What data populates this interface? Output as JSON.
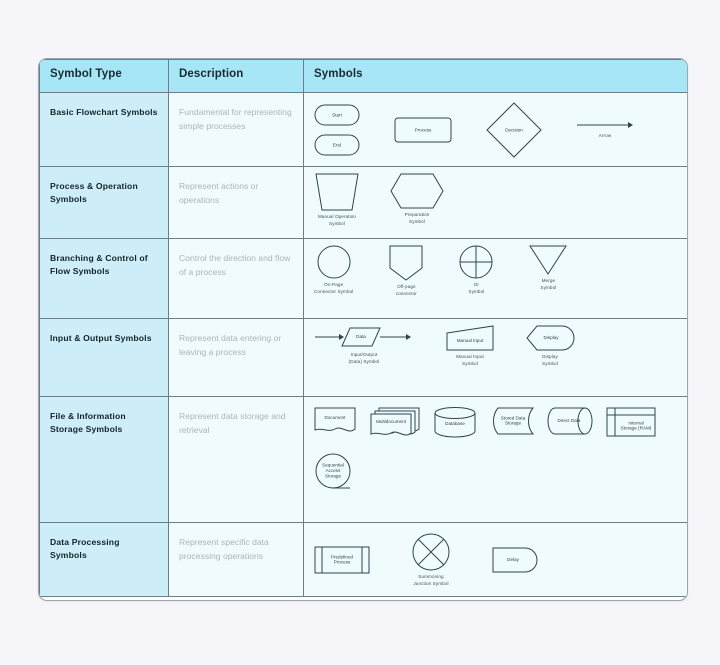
{
  "table": {
    "headers": [
      "Symbol Type",
      "Description",
      "Symbols"
    ],
    "rows": [
      {
        "type": "Basic Flowchart Symbols",
        "description": "Fundamental for representing simple processes",
        "symbols": [
          {
            "shape": "terminator",
            "inner": "Start",
            "caption": ""
          },
          {
            "shape": "terminator",
            "inner": "End",
            "caption": ""
          },
          {
            "shape": "process",
            "inner": "Process",
            "caption": ""
          },
          {
            "shape": "decision",
            "inner": "Decision",
            "caption": ""
          },
          {
            "shape": "arrow",
            "inner": "",
            "caption": "Arrow"
          }
        ]
      },
      {
        "type": "Process & Operation Symbols",
        "description": "Represent actions or operations",
        "symbols": [
          {
            "shape": "manual-operation",
            "inner": "",
            "caption": "Manual Operation\nSymbol"
          },
          {
            "shape": "preparation",
            "inner": "",
            "caption": "Preparation\nSymbol"
          }
        ]
      },
      {
        "type": "Branching & Control of Flow Symbols",
        "description": "Control the direction and flow of a process",
        "symbols": [
          {
            "shape": "circle",
            "inner": "",
            "caption": "On-Page\nConnector Symbol"
          },
          {
            "shape": "offpage",
            "inner": "",
            "caption": "Off-page\nconnector"
          },
          {
            "shape": "or",
            "inner": "",
            "caption": "Or\nSymbol"
          },
          {
            "shape": "merge",
            "inner": "",
            "caption": "Merge\nSymbol"
          }
        ]
      },
      {
        "type": "Input & Output Symbols",
        "description": "Represent data entering or leaving a process",
        "symbols": [
          {
            "shape": "data-flow",
            "inner": "Data",
            "caption": "Input/Output\n(Data) Symbol"
          },
          {
            "shape": "manual-input",
            "inner": "Manual Input",
            "caption": "Manual Input\nSymbol"
          },
          {
            "shape": "display",
            "inner": "Display",
            "caption": "Display\nSymbol"
          }
        ]
      },
      {
        "type": "File & Information Storage Symbols",
        "description": "Represent data storage and retrieval",
        "symbols": [
          {
            "shape": "document",
            "inner": "Document",
            "caption": ""
          },
          {
            "shape": "multidocument",
            "inner": "Multidocument",
            "caption": ""
          },
          {
            "shape": "database",
            "inner": "Database",
            "caption": ""
          },
          {
            "shape": "stored-data",
            "inner": "Stored Data\nStorage",
            "caption": ""
          },
          {
            "shape": "direct-data",
            "inner": "Direct Data",
            "caption": ""
          },
          {
            "shape": "internal-storage",
            "inner": "Internal\nStorage (RAM)",
            "caption": ""
          },
          {
            "shape": "sequential-access",
            "inner": "Sequential\nAccess\nStorage",
            "caption": ""
          }
        ]
      },
      {
        "type": "Data Processing Symbols",
        "description": "Represent specific data processing operations",
        "symbols": [
          {
            "shape": "predefined-process",
            "inner": "Predefined\nProcess",
            "caption": ""
          },
          {
            "shape": "summoning-junction",
            "inner": "",
            "caption": "Summoning\nJunction Symbol"
          },
          {
            "shape": "delay",
            "inner": "Delay",
            "caption": ""
          }
        ]
      }
    ]
  },
  "colors": {
    "page_background": "#f5f5fa",
    "header_background": "#a7e6f6",
    "type_column_background": "#cdeef8",
    "cell_background": "#f0fbfd",
    "border": "#6f7d85",
    "stroke": "#2e4450",
    "type_text": "#13232b",
    "description_text": "#a8b5bb"
  }
}
